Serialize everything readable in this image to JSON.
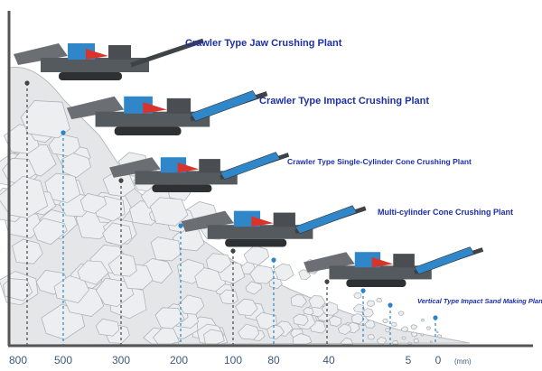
{
  "plants": [
    {
      "name": "Crawler Type Jaw Crushing Plant"
    },
    {
      "name": "Crawler Type Impact Crushing Plant"
    },
    {
      "name": "Crawler Type Single-Cylinder Cone Crushing Plant"
    },
    {
      "name": "Multi-cylinder Cone Crushing Plant"
    },
    {
      "name": "Vertical Type Impact Sand Making Plant"
    }
  ],
  "axis": {
    "ticks": [
      "800",
      "500",
      "300",
      "200",
      "100",
      "80",
      "40",
      "5",
      "0"
    ],
    "unit": "(mm)"
  },
  "colors": {
    "label": "#1d2fa8",
    "machine_body": "#555a5e",
    "accent_blue": "#2f86c8",
    "accent_red": "#d9342b",
    "marker_blue": "#2a86c9",
    "marker_dark": "#444444"
  }
}
